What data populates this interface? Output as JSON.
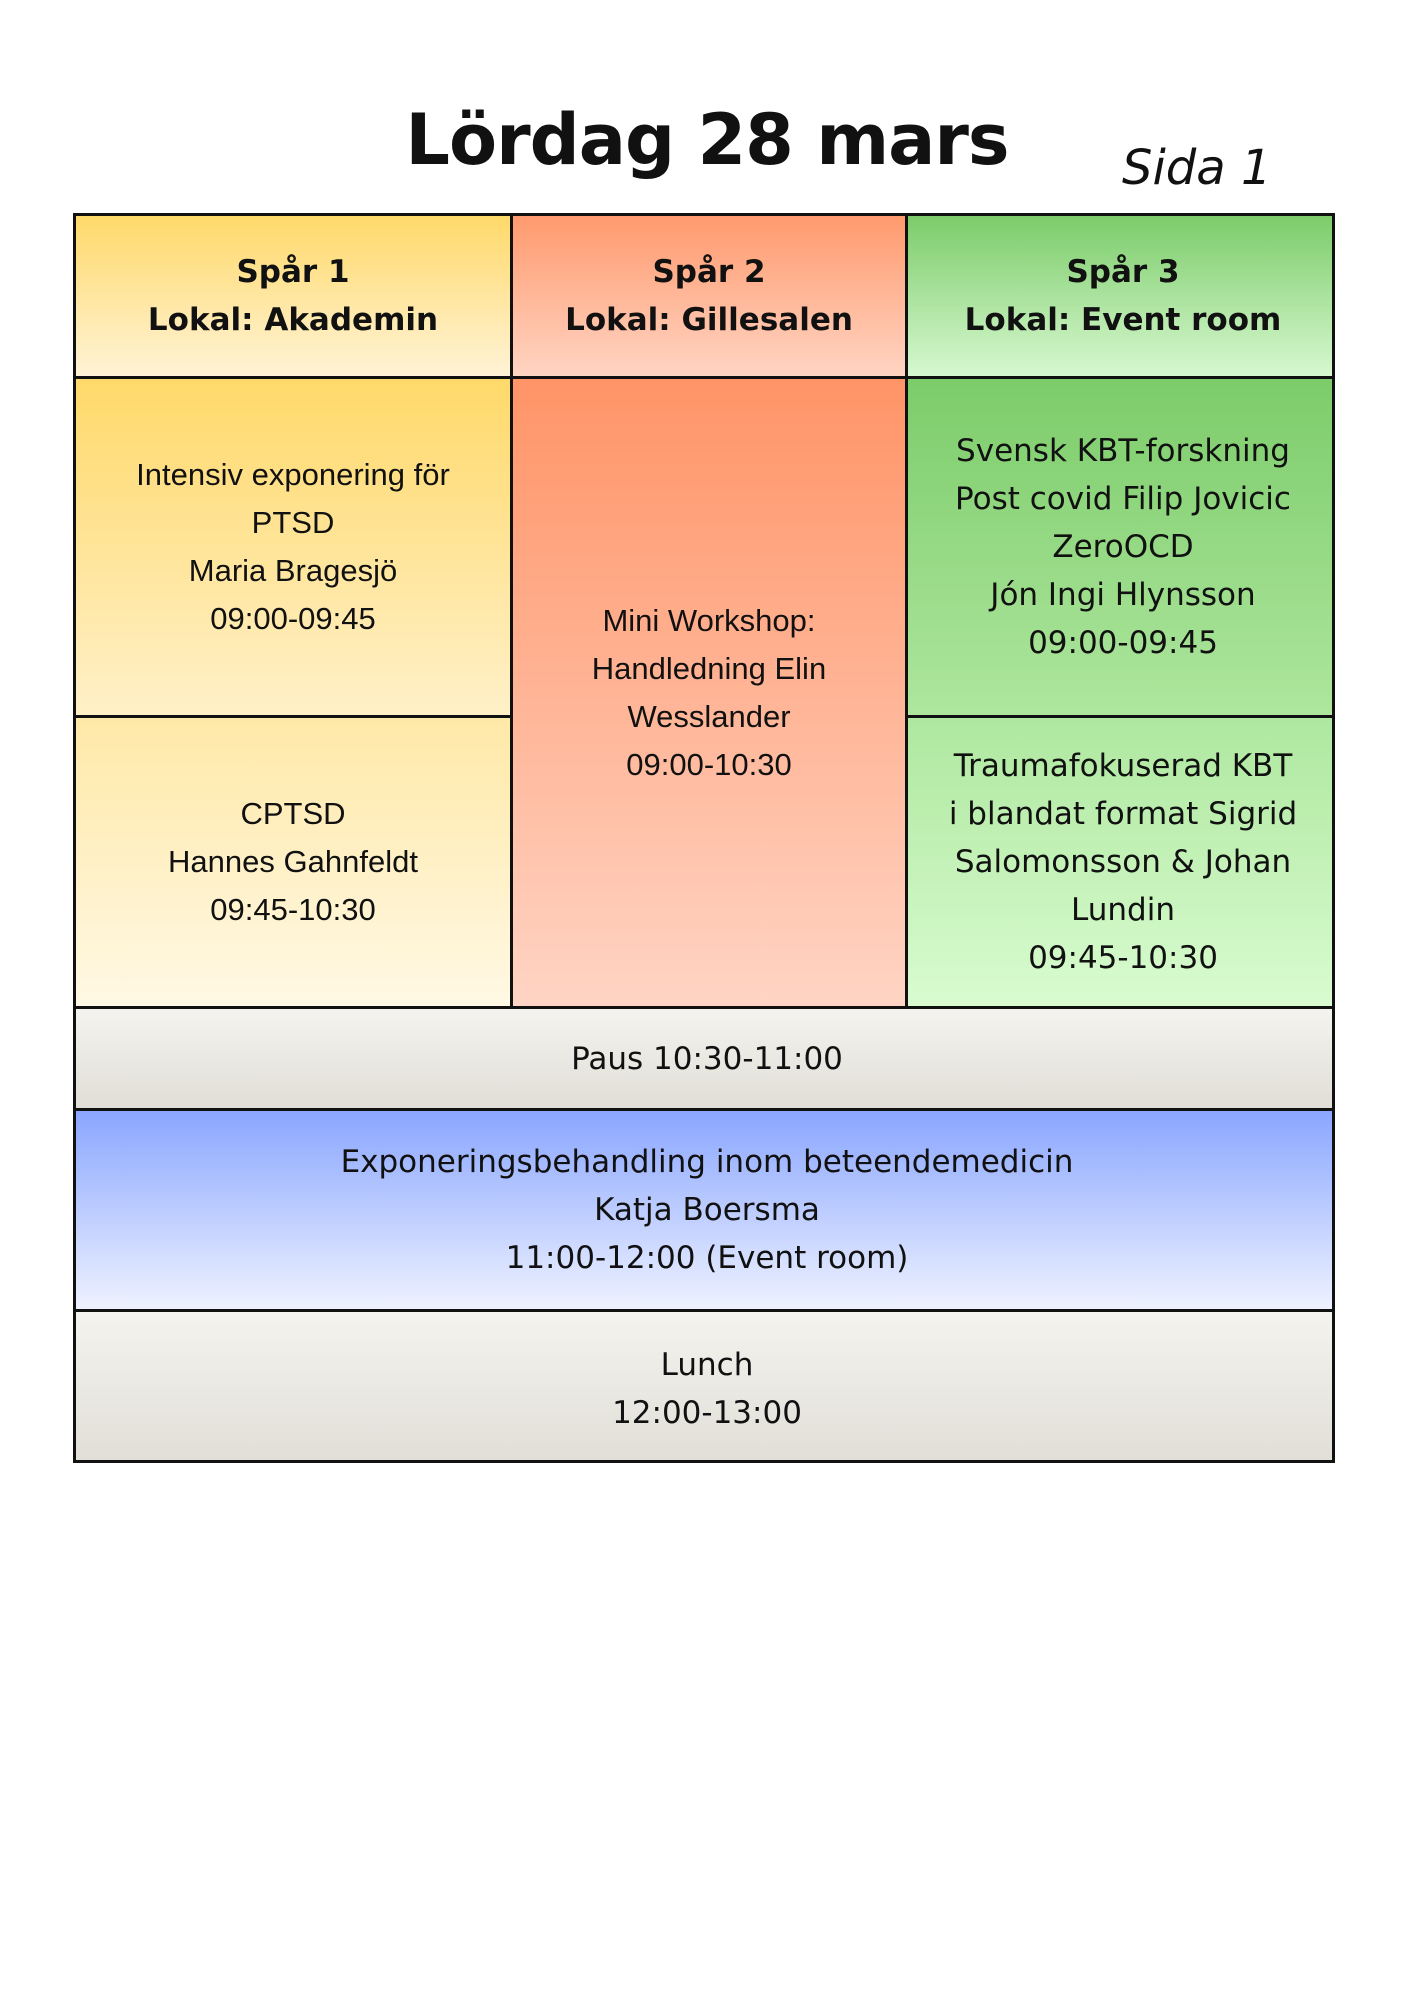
{
  "page": {
    "title": "Lördag 28 mars",
    "page_number": "Sida 1"
  },
  "tracks": [
    {
      "name": "Spår 1",
      "room": "Lokal: Akademin"
    },
    {
      "name": "Spår 2",
      "room": "Lokal: Gillesalen"
    },
    {
      "name": "Spår 3",
      "room": "Lokal: Event room"
    }
  ],
  "sessions": {
    "track1_first": {
      "title_line1": "Intensiv exponering för",
      "title_line2": "PTSD",
      "speaker": "Maria Bragesjö",
      "time": "09:00-09:45"
    },
    "track1_second": {
      "title": "CPTSD",
      "speaker": "Hannes Gahnfeldt",
      "time": "09:45-10:30"
    },
    "track2_first": {
      "line1": "Mini Workshop:",
      "line2": "Handledning Elin",
      "line3": "Wesslander",
      "time": "09:00-10:30"
    },
    "track3_first": {
      "line1": "Svensk KBT-forskning",
      "line2": "Post covid Filip Jovicic",
      "line3": "ZeroOCD",
      "line4": "Jón Ingi Hlynsson",
      "time": "09:00-09:45"
    },
    "track3_second": {
      "line1": "Traumafokuserad KBT",
      "line2": "i blandat format Sigrid",
      "line3": "Salomonsson & Johan",
      "line4": "Lundin",
      "time": "09:45-10:30"
    }
  },
  "break": {
    "label": "Paus 10:30-11:00"
  },
  "plenary": {
    "title": "Exponeringsbehandling inom beteendemedicin",
    "speaker": "Katja Boersma",
    "time_room": "11:00-12:00 (Event room)"
  },
  "lunch": {
    "label": "Lunch",
    "time": "12:00-13:00"
  },
  "colors": {
    "track1": "#ffd96a",
    "track2": "#ff9a6e",
    "track3": "#7ccc6a",
    "plenary": "#8aa6ff",
    "break": "#e0ded6",
    "border": "#111111"
  }
}
